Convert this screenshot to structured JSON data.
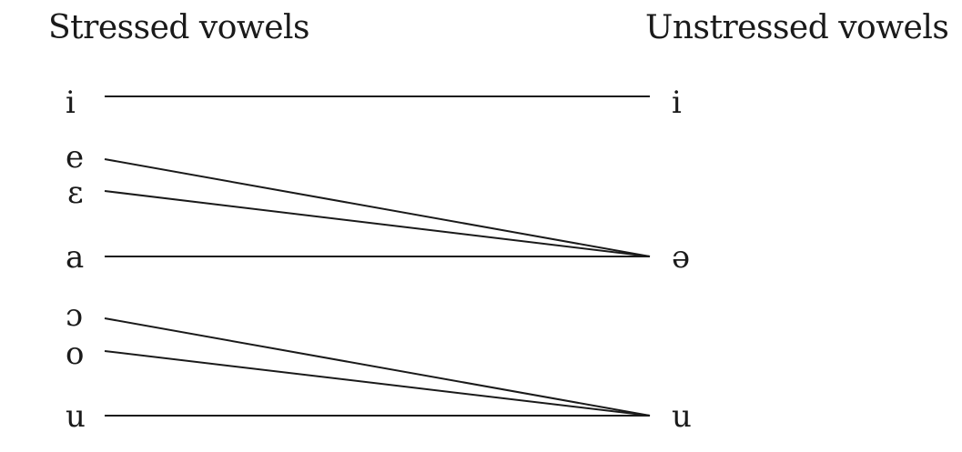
{
  "headings": {
    "stressed": "Stressed vowels",
    "unstressed": "Unstressed vowels"
  },
  "stressed_vowels": [
    "i",
    "e",
    "ɛ",
    "a",
    "ɔ",
    "o",
    "u"
  ],
  "unstressed_vowels": [
    "i",
    "ə",
    "u"
  ],
  "mappings": [
    {
      "from": "i",
      "to": "i"
    },
    {
      "from": "e",
      "to": "ə"
    },
    {
      "from": "ɛ",
      "to": "ə"
    },
    {
      "from": "a",
      "to": "ə"
    },
    {
      "from": "ɔ",
      "to": "u"
    },
    {
      "from": "o",
      "to": "u"
    },
    {
      "from": "u",
      "to": "u"
    }
  ],
  "colors": {
    "line": "#1a1a1a",
    "text": "#1a1a1a"
  }
}
